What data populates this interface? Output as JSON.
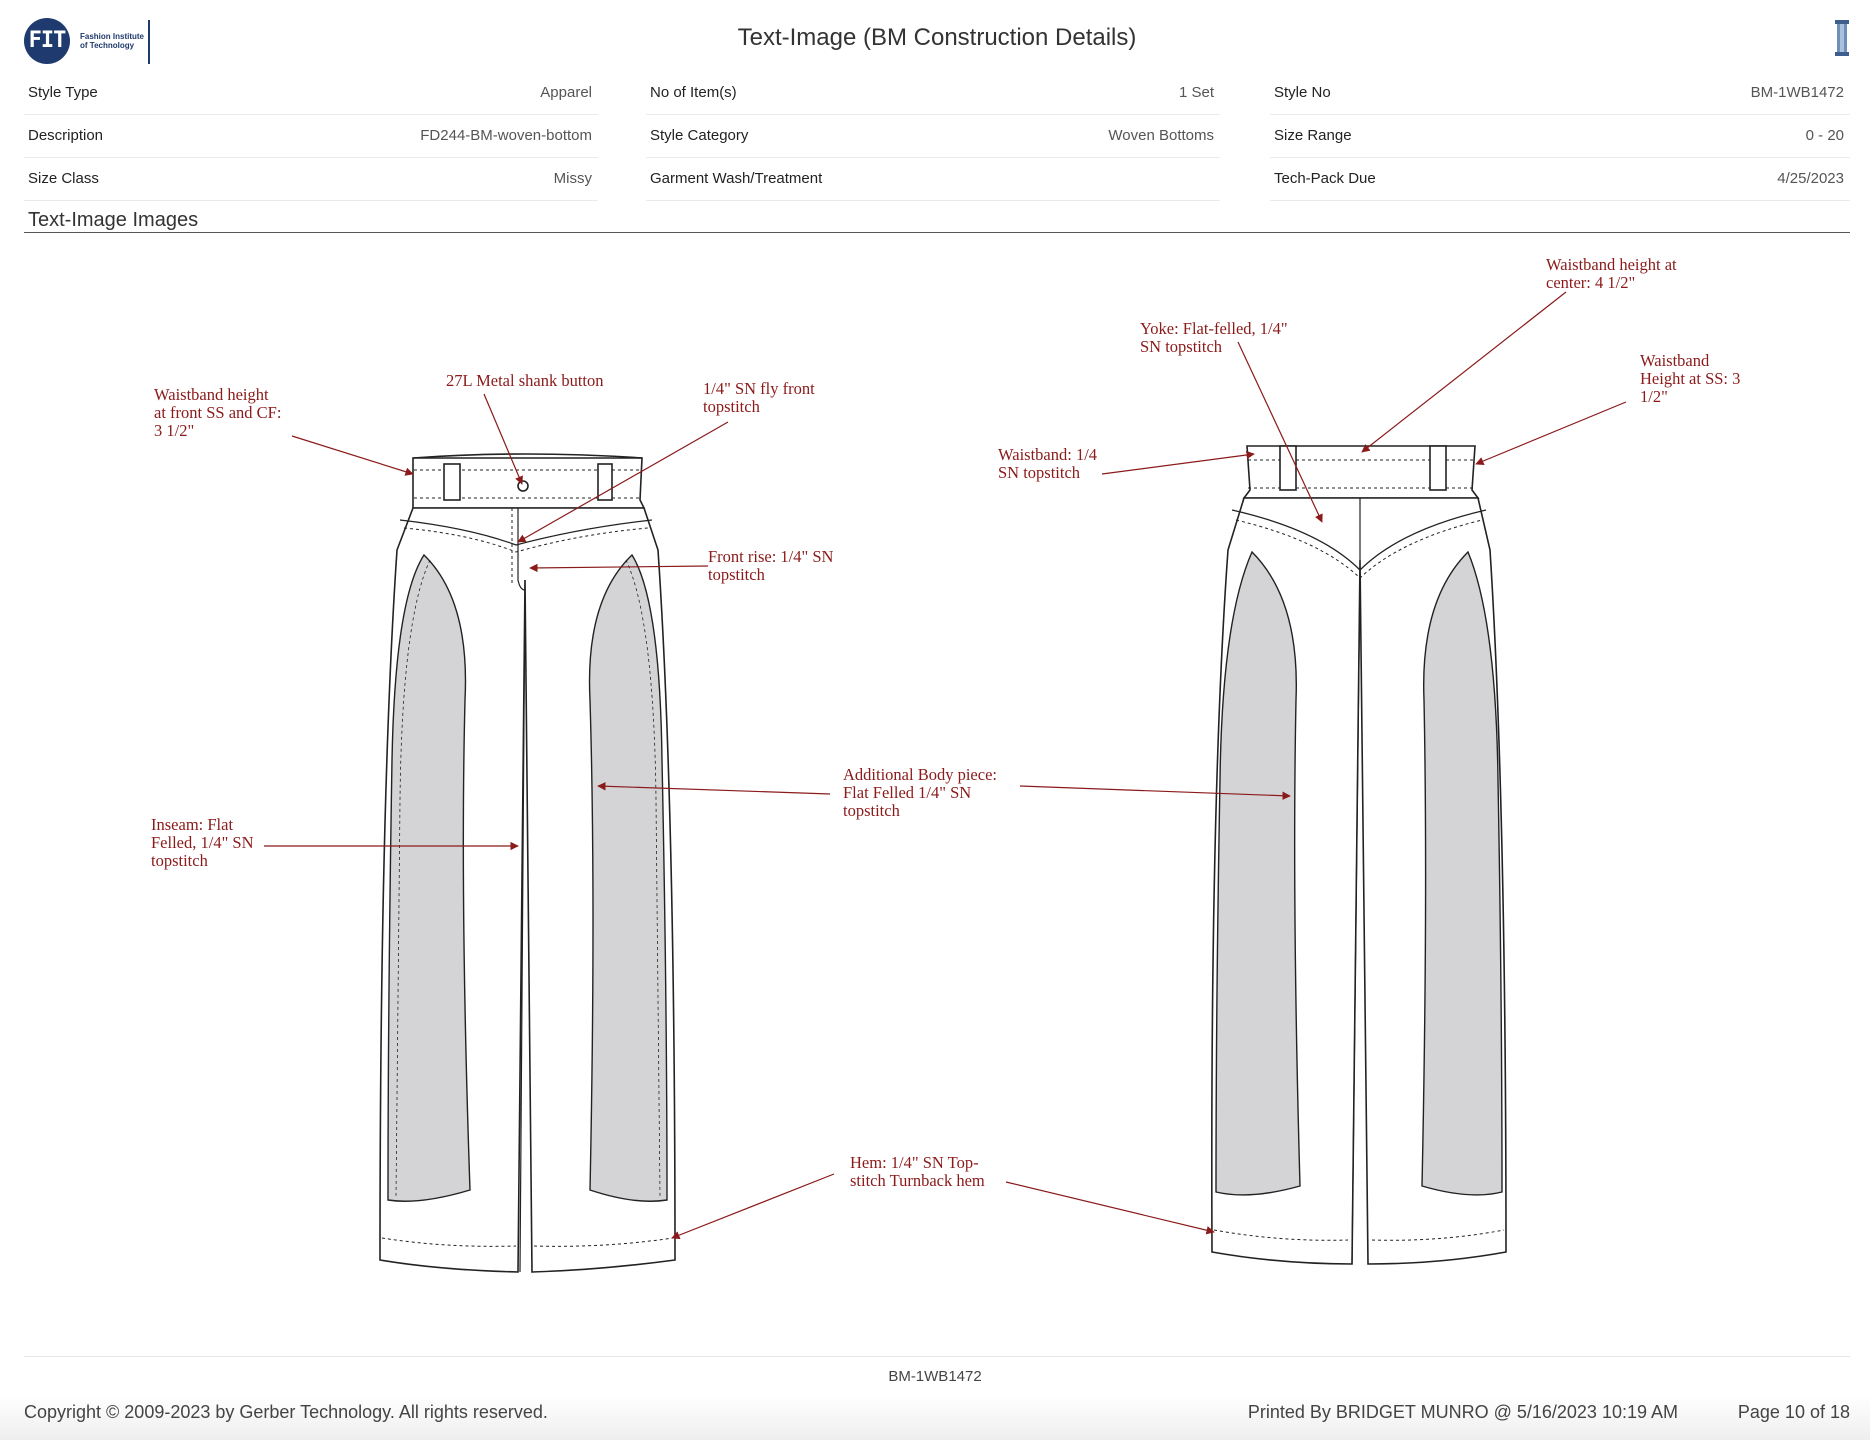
{
  "header": {
    "logo_mark": "FIT",
    "logo_text": "Fashion Institute of Technology",
    "title": "Text-Image (BM Construction Details)"
  },
  "info": {
    "col1": [
      {
        "label": "Style Type",
        "value": "Apparel"
      },
      {
        "label": "Description",
        "value": "FD244-BM-woven-bottom"
      },
      {
        "label": "Size Class",
        "value": "Missy"
      }
    ],
    "col2": [
      {
        "label": "No of Item(s)",
        "value": "1 Set"
      },
      {
        "label": "Style Category",
        "value": "Woven Bottoms"
      },
      {
        "label": "Garment Wash/Treatment",
        "value": ""
      }
    ],
    "col3": [
      {
        "label": "Style No",
        "value": "BM-1WB1472"
      },
      {
        "label": "Size Range",
        "value": "0 - 20"
      },
      {
        "label": "Tech-Pack Due",
        "value": "4/25/2023"
      }
    ]
  },
  "section_title": "Text-Image Images",
  "annotations": {
    "front_waistband_height": "Waistband height\nat front SS and CF:\n3 1/2\"",
    "shank_button": "27L Metal shank button",
    "fly_front": "1/4\" SN fly front\ntopstitch",
    "front_rise": "Front rise: 1/4\" SN\ntopstitch",
    "inseam": "Inseam: Flat\nFelled, 1/4\" SN\ntopstitch",
    "additional_body": "Additional Body piece:\nFlat Felled 1/4\" SN\ntopstitch",
    "hem": "Hem: 1/4\" SN Top-\nstitch Turnback hem",
    "back_waistband_center": "Waistband height at\ncenter: 4 1/2\"",
    "yoke": "Yoke: Flat-felled, 1/4\"\nSN topstitch",
    "back_waistband_ss": "Waistband\nHeight at SS: 3\n1/2\"",
    "back_waistband_topstitch": "Waistband: 1/4\nSN topstitch"
  },
  "colors": {
    "annotation": "#8b1a1a",
    "panel_fill": "#d4d4d6",
    "logo": "#1e3a6e"
  },
  "footer": {
    "style_code": "BM-1WB1472",
    "copyright": "Copyright © 2009-2023 by Gerber Technology. All rights reserved.",
    "printed_by": "Printed By BRIDGET MUNRO @ 5/16/2023 10:19 AM",
    "page": "Page 10 of 18"
  }
}
